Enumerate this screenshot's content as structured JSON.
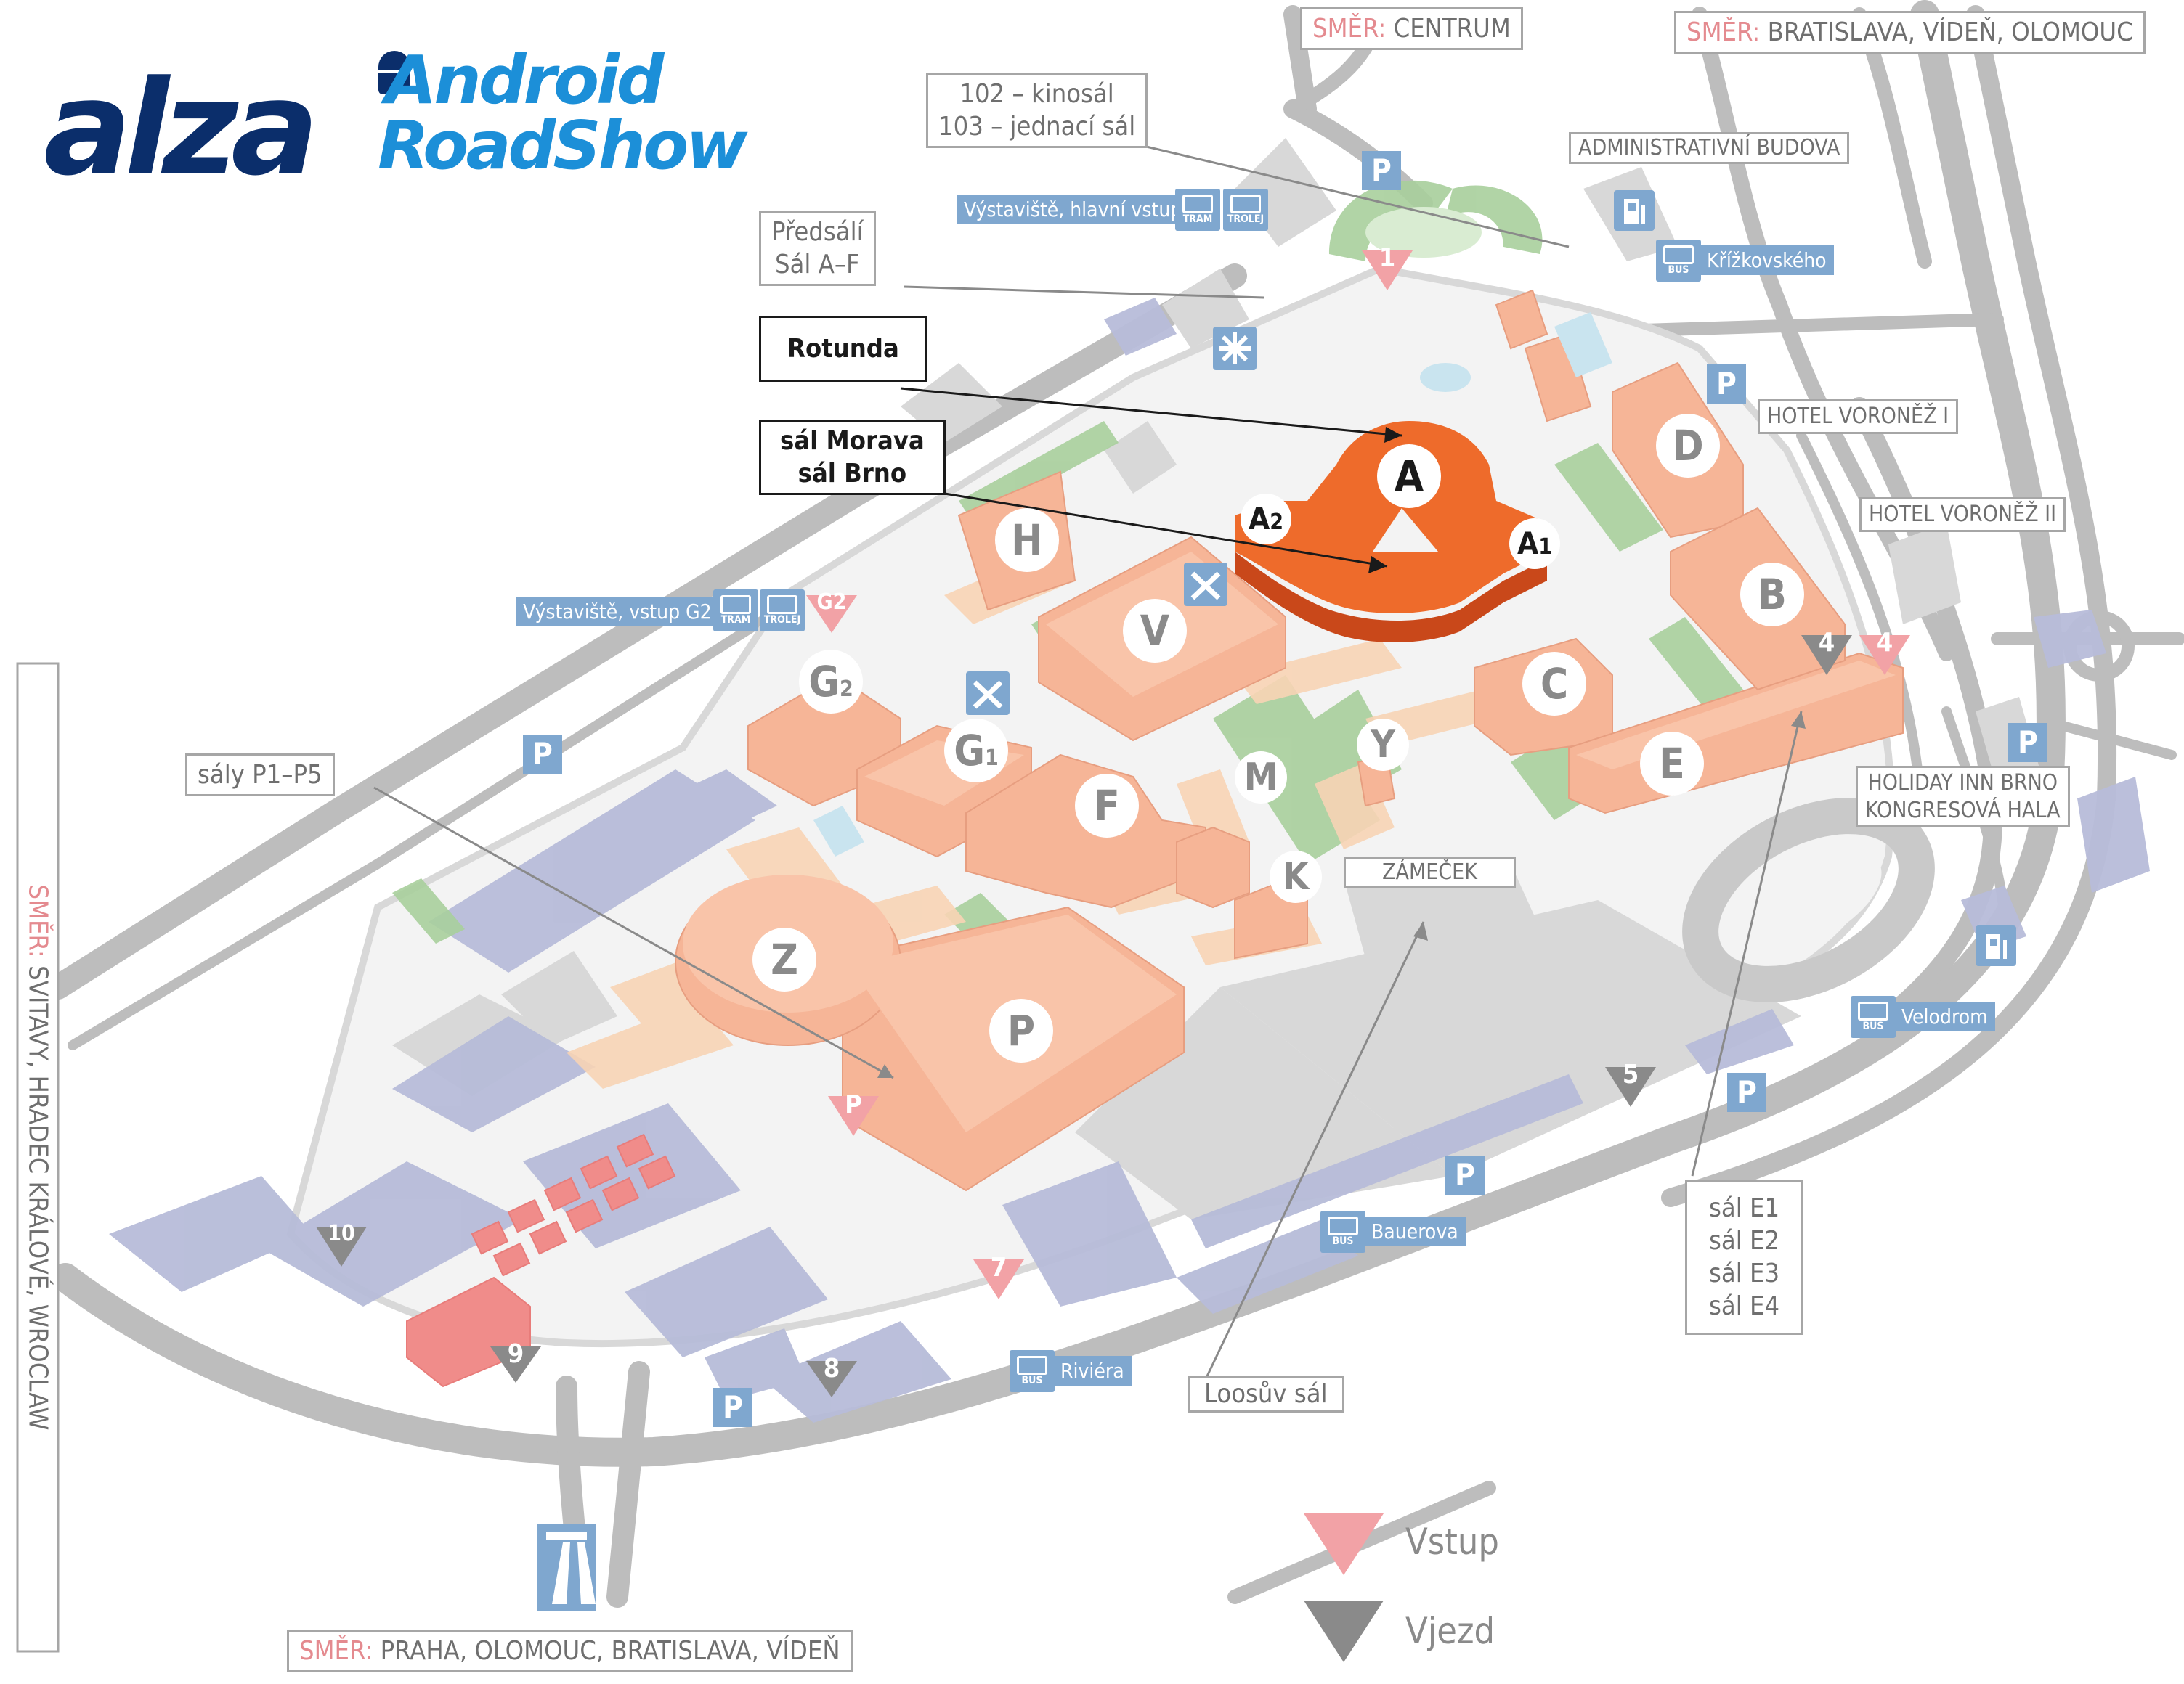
{
  "logo": {
    "brand": "alza",
    "line1": "Android",
    "line2": "RoadShow"
  },
  "directions": {
    "centrum": {
      "prefix": "SMĚR:",
      "text": "CENTRUM"
    },
    "bratislava": {
      "prefix": "SMĚR:",
      "text": "BRATISLAVA, VÍDEŇ, OLOMOUC"
    },
    "svitavy": {
      "prefix": "SMĚR:",
      "text": "SVITAVY, HRADEC KRÁLOVÉ, WROCLAW"
    },
    "praha": {
      "prefix": "SMĚR:",
      "text": "PRAHA, OLOMOUC, BRATISLAVA, VÍDEŇ"
    }
  },
  "callouts": {
    "kinosal_1": "102 – kinosál",
    "kinosal_2": "103 – jednací sál",
    "predsali_1": "Předsálí",
    "predsali_2": "Sál A–F",
    "rotunda": "Rotunda",
    "morava_1": "sál Morava",
    "morava_2": "sál Brno",
    "saly_p": "sály P1–P5",
    "admin": "ADMINISTRATIVNÍ BUDOVA",
    "voronez1": "HOTEL VORONĚŽ I",
    "voronez2": "HOTEL VORONĚŽ II",
    "holiday_1": "HOLIDAY INN BRNO",
    "holiday_2": "KONGRESOVÁ HALA",
    "zamecek": "ZÁMEČEK",
    "loosuv": "Loosův sál",
    "sal_e1": "sál E1",
    "sal_e2": "sál E2",
    "sal_e3": "sál E3",
    "sal_e4": "sál E4"
  },
  "transit": {
    "hlavni_vstup": "Výstaviště, hlavní vstup",
    "vstup_g2": "Výstaviště, vstup G2",
    "krizkovskeho": "Křížkovského",
    "velodrom": "Velodrom",
    "bauerova": "Bauerova",
    "riviera": "Riviéra",
    "tram": "TRAM",
    "trolej": "TROLEJ",
    "bus": "BUS"
  },
  "pavilions": {
    "A": "A",
    "A1": "A",
    "A1_sub": "1",
    "A2": "A",
    "A2_sub": "2",
    "B": "B",
    "C": "C",
    "D": "D",
    "E": "E",
    "F": "F",
    "G1": "G",
    "G1_sub": "1",
    "G2": "G",
    "G2_sub": "2",
    "H": "H",
    "K": "K",
    "M": "M",
    "P": "P",
    "V": "V",
    "Y": "Y",
    "Z": "Z"
  },
  "gates": {
    "entrances": [
      "1",
      "G2",
      "4",
      "P",
      "7"
    ],
    "vehicle": [
      "4",
      "5",
      "8",
      "9",
      "10"
    ]
  },
  "parking_label": "P",
  "legend": {
    "entrance": "Vstup",
    "vehicle": "Vjezd"
  },
  "colors": {
    "building": "#f6b597",
    "highlight": "#ee6b2b",
    "highlight_dark": "#c9481a",
    "green": "#a8cf9c",
    "parking_lot": "#b7bcd9",
    "road": "#bdbdbd",
    "entrance_tri": "#f2a2a6",
    "vehicle_tri": "#8a8a8a",
    "info_blue": "#7fa7cf",
    "logo_navy": "#0b2e6b",
    "logo_blue": "#1c8fd8"
  }
}
